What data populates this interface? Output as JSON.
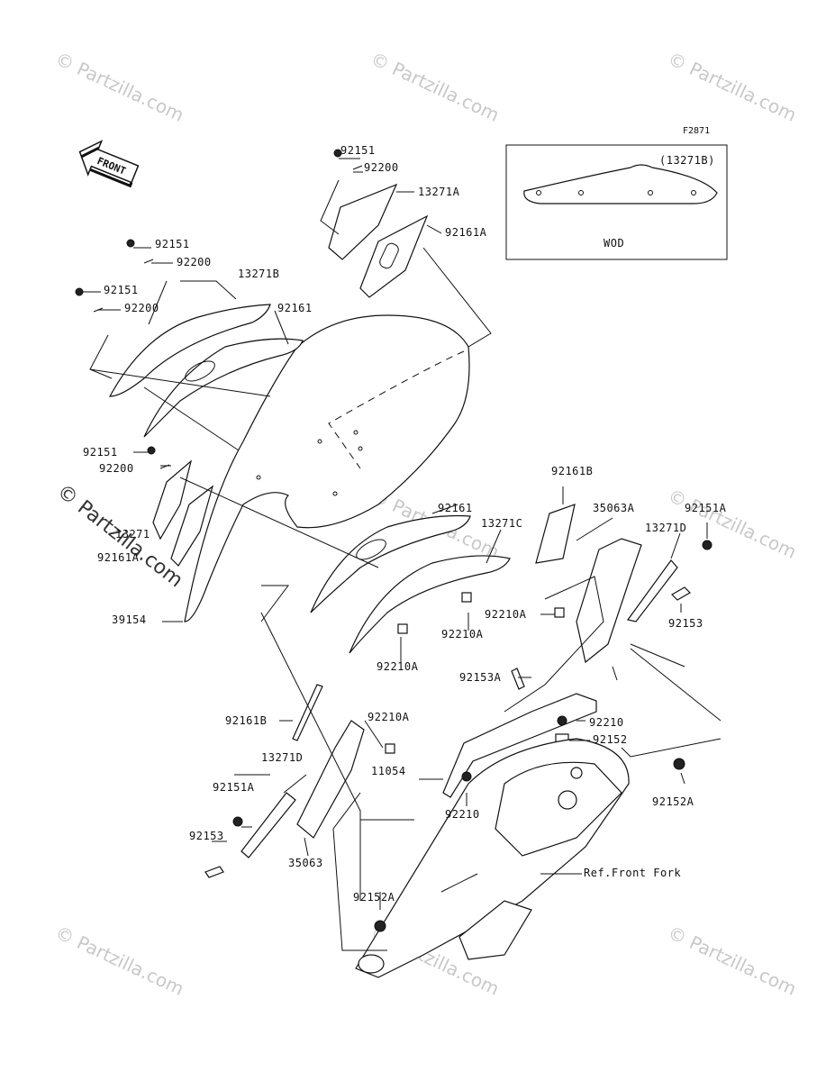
{
  "figure_code": "F2871",
  "inset": {
    "part": "(13271B)",
    "caption": "WOD"
  },
  "front_label": "FRONT",
  "watermark": "© Partzilla.com",
  "watermark_large": "© Partzilla.com",
  "labels": {
    "l01": "92151",
    "l02": "92200",
    "l03": "13271A",
    "l04": "92161A",
    "l05": "92151",
    "l06": "92200",
    "l07": "13271B",
    "l08": "92151",
    "l09": "92200",
    "l10": "92161",
    "l11": "92151",
    "l12": "92200",
    "l13": "13271",
    "l14": "92161A",
    "l15": "39154",
    "l16": "92161",
    "l17": "13271C",
    "l18": "92210A",
    "l19": "92210A",
    "l20": "92161B",
    "l21": "35063A",
    "l22": "92151A",
    "l23": "13271D",
    "l24": "92210A",
    "l25": "92153",
    "l26": "92153A",
    "l27": "92210",
    "l28": "92152",
    "l29": "92161B",
    "l30": "92210A",
    "l31": "13271D",
    "l32": "11054",
    "l33": "92151A",
    "l34": "92210",
    "l35": "92153",
    "l36": "35063",
    "l37": "92152A",
    "l38": "Ref.Front Fork",
    "l39": "92152A"
  }
}
